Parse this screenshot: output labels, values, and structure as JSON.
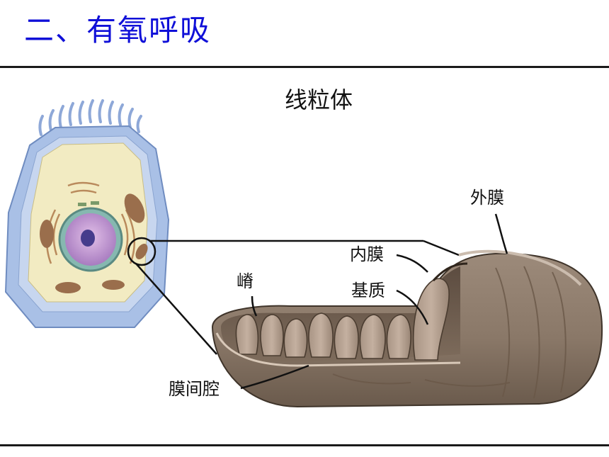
{
  "slide": {
    "title": "二、有氧呼吸"
  },
  "diagram": {
    "heading": "线粒体",
    "labels": {
      "outer_membrane": "外膜",
      "inner_membrane": "内膜",
      "cristae": "嵴",
      "matrix": "基质",
      "intermembrane_space": "膜间腔"
    }
  }
}
